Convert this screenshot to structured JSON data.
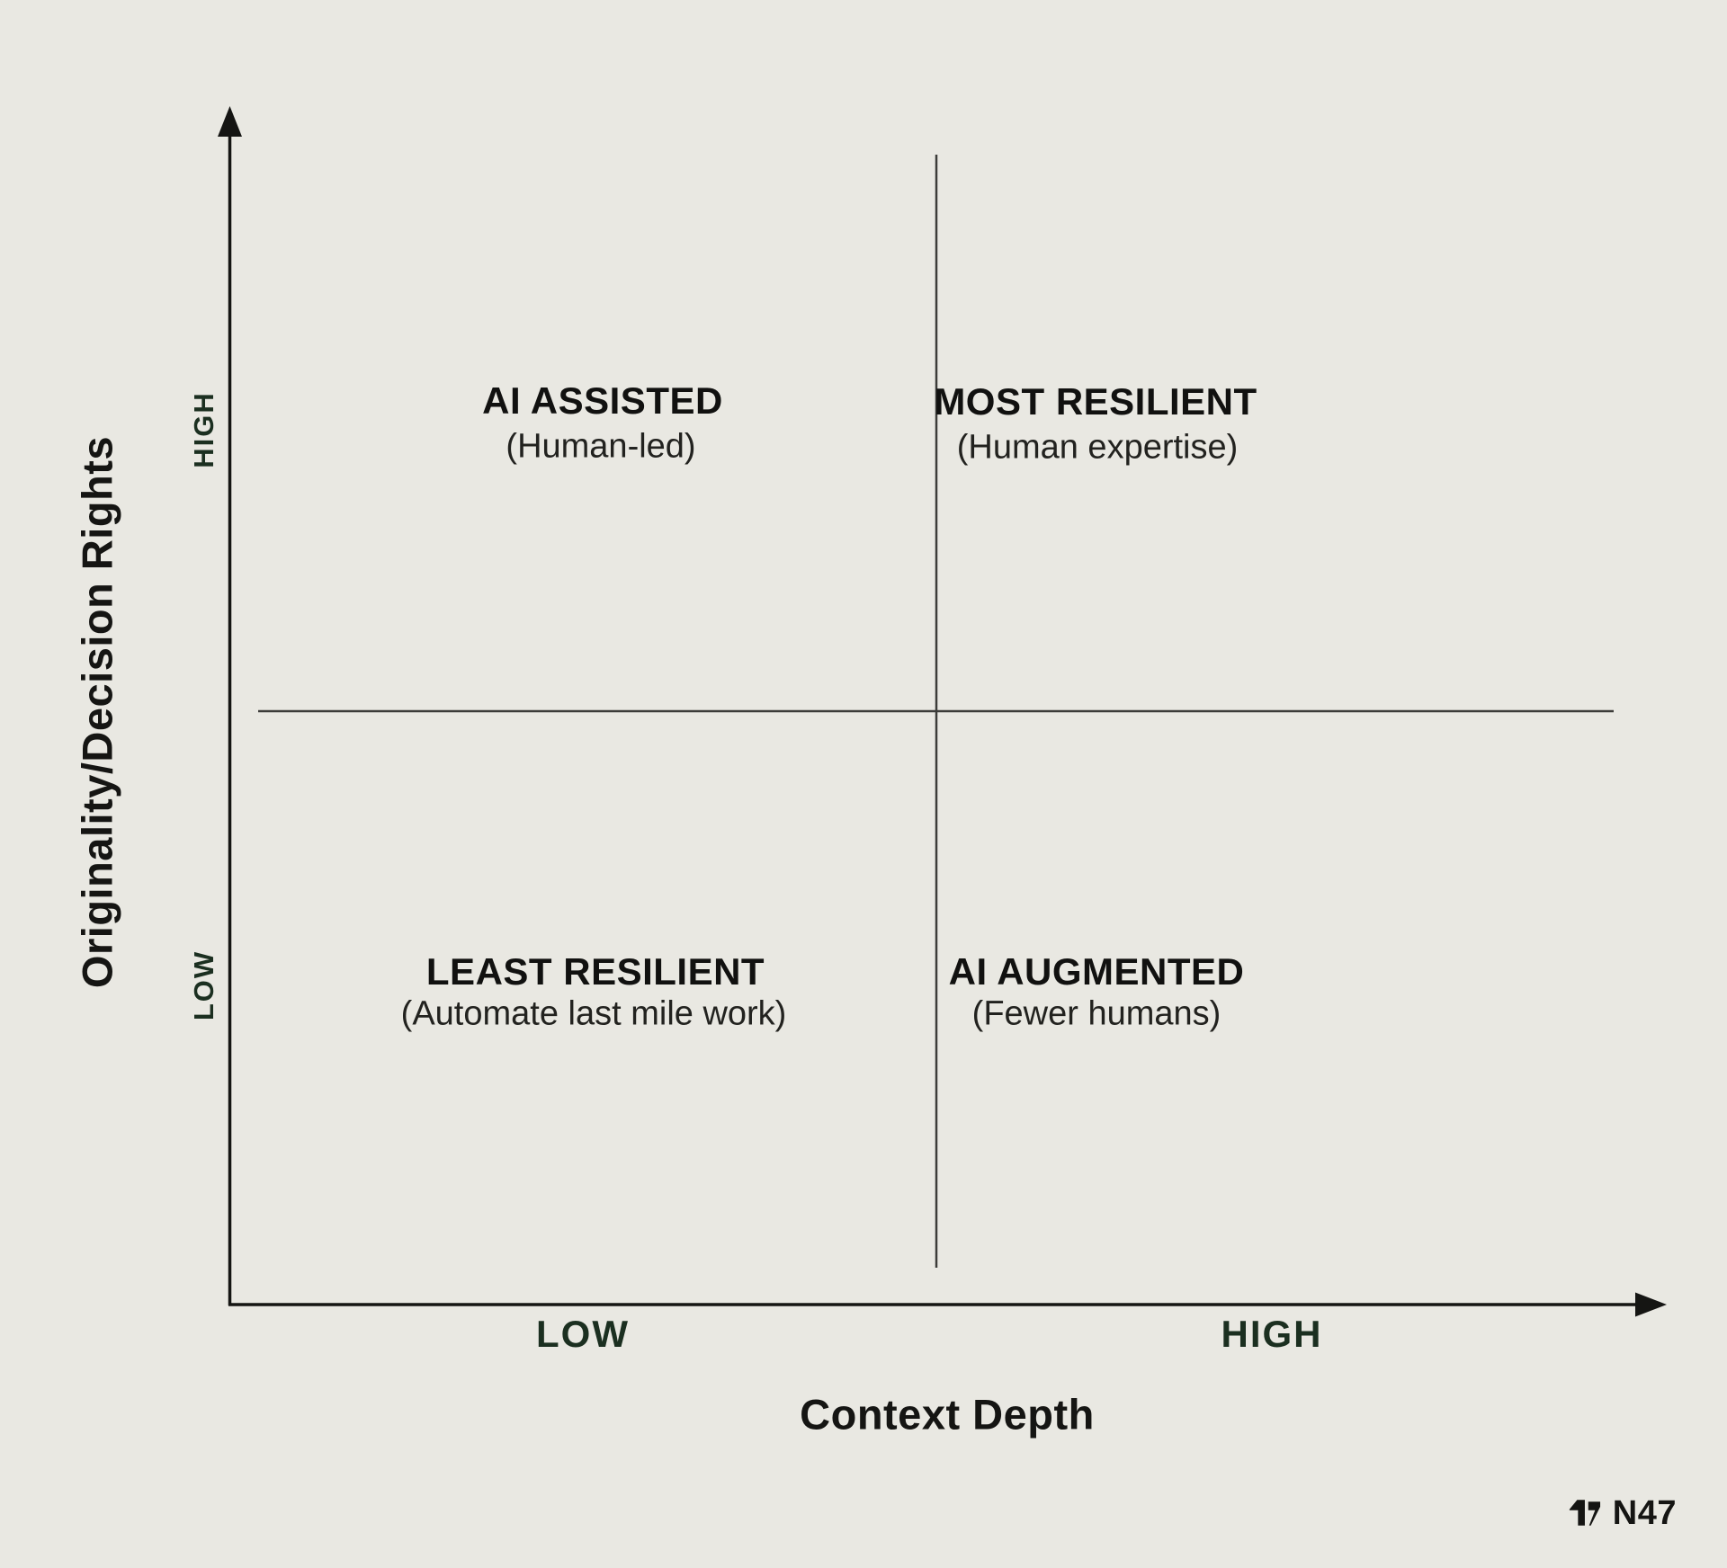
{
  "chart": {
    "type": "quadrant-matrix",
    "y_axis": {
      "title": "Originality/Decision Rights",
      "high_label": "HIGH",
      "low_label": "LOW"
    },
    "x_axis": {
      "title": "Context Depth",
      "low_label": "LOW",
      "high_label": "HIGH"
    },
    "quadrants": {
      "top_left": {
        "title": "AI ASSISTED",
        "subtitle": "(Human-led)"
      },
      "top_right": {
        "title": "MOST RESILIENT",
        "subtitle": "(Human expertise)"
      },
      "bottom_left": {
        "title": "LEAST RESILIENT",
        "subtitle": "(Automate last mile work)"
      },
      "bottom_right": {
        "title": "AI AUGMENTED",
        "subtitle": "(Fewer humans)"
      }
    },
    "colors": {
      "background": "#e9e8e2",
      "title_text": "#111110",
      "subtitle_text": "#22221f",
      "axis_label_green": "#1b2f20",
      "axis_line": "#151513",
      "divider_line": "#3c3c39"
    }
  },
  "footer": {
    "logo_text": "N47"
  }
}
